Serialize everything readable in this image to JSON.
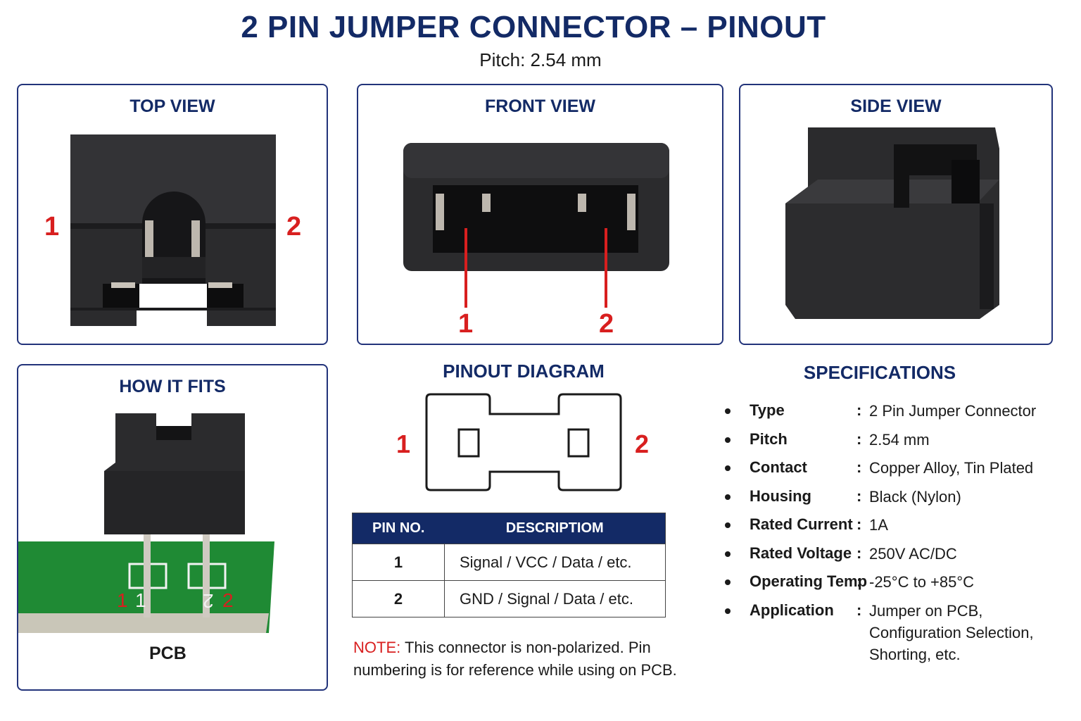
{
  "header": {
    "title": "2 PIN JUMPER CONNECTOR – PINOUT",
    "subtitle": "Pitch: 2.54 mm"
  },
  "views": {
    "top": {
      "title": "TOP VIEW",
      "pin1": "1",
      "pin2": "2"
    },
    "front": {
      "title": "FRONT VIEW",
      "pin1": "1",
      "pin2": "2"
    },
    "side": {
      "title": "SIDE VIEW"
    },
    "fit": {
      "title": "HOW IT FITS",
      "pin1": "1",
      "pin2": "2",
      "silk1": "1",
      "silk2": "2",
      "pcb_label": "PCB"
    }
  },
  "pinout": {
    "title": "PINOUT DIAGRAM",
    "pin1": "1",
    "pin2": "2"
  },
  "table": {
    "headers": [
      "PIN NO.",
      "DESCRIPTIOM"
    ],
    "rows": [
      {
        "pin": "1",
        "desc": "Signal / VCC / Data / etc."
      },
      {
        "pin": "2",
        "desc": "GND / Signal / Data / etc."
      }
    ]
  },
  "note": {
    "label": "NOTE:",
    "text": " This connector is non-polarized. Pin numbering is for reference while using on PCB."
  },
  "specs": {
    "title": "SPECIFICATIONS",
    "items": [
      {
        "label": "Type",
        "value": "2 Pin Jumper Connector"
      },
      {
        "label": "Pitch",
        "value": "2.54 mm"
      },
      {
        "label": "Contact",
        "value": "Copper Alloy, Tin Plated"
      },
      {
        "label": "Housing",
        "value": "Black (Nylon)"
      },
      {
        "label": "Rated Current",
        "value": "1A"
      },
      {
        "label": "Rated Voltage",
        "value": "250V AC/DC"
      },
      {
        "label": "Operating Temp",
        "value": "-25°C to +85°C"
      },
      {
        "label": "Application",
        "value": "Jumper on PCB, Configuration Selection, Shorting, etc."
      }
    ]
  },
  "colors": {
    "navy": "#132a66",
    "red": "#d81f1f",
    "pcb_green": "#1f8a34",
    "plastic": "#2b2b2d"
  }
}
